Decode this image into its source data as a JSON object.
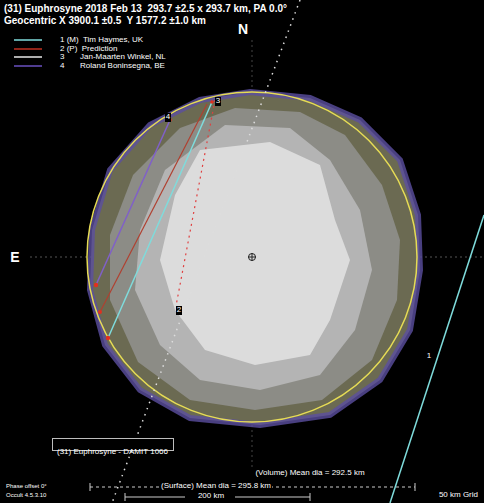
{
  "diagram": {
    "title": "(31) Euphrosyne 2018 Feb 13  293.7 ±2.5 x 293.7 km, PA 0.0°",
    "nodes": [
      {
        "text": [
          "(31) Euphrosyne - DAMIT 1066"
        ]
      }
    ],
    "labels": [
      "Geocentric X 3900.1 ±0.5  Y 1577.2 ±1.0 km",
      "N",
      "E",
      "1",
      "2",
      "3",
      "4",
      "(Volume) Mean dia = 292.5 km",
      "(Surface) Mean dia = 295.8 km",
      "200 km",
      "50 km Grid",
      "Phase offset 0°",
      "Occult 4.5.3.10"
    ],
    "legend": [
      {
        "text": "1 (M)  Tim Haymes, UK"
      },
      {
        "text": "2 (P)  Prediction"
      },
      {
        "text": "3       Jan-Maarten Winkel, NL"
      },
      {
        "text": "4       Roland Boninsegna, BE"
      }
    ]
  }
}
